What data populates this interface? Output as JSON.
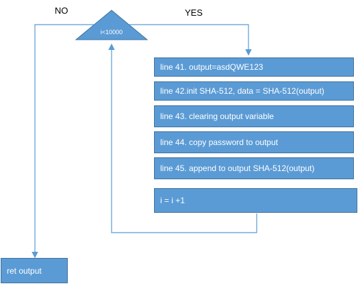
{
  "decision": {
    "condition": "i<10000",
    "no_label": "NO",
    "yes_label": "YES"
  },
  "steps": [
    "line 41.  output=asdQWE123",
    "line 42.init SHA-512, data = SHA-512(output)",
    "line 43. clearing output variable",
    "line 44. copy password to output",
    "line 45. append to output SHA-512(output)",
    "i = i +1"
  ],
  "terminal": {
    "label": "ret output"
  },
  "colors": {
    "fill": "#5b9bd5",
    "border": "#41719c",
    "connector": "#5b9bd5"
  }
}
